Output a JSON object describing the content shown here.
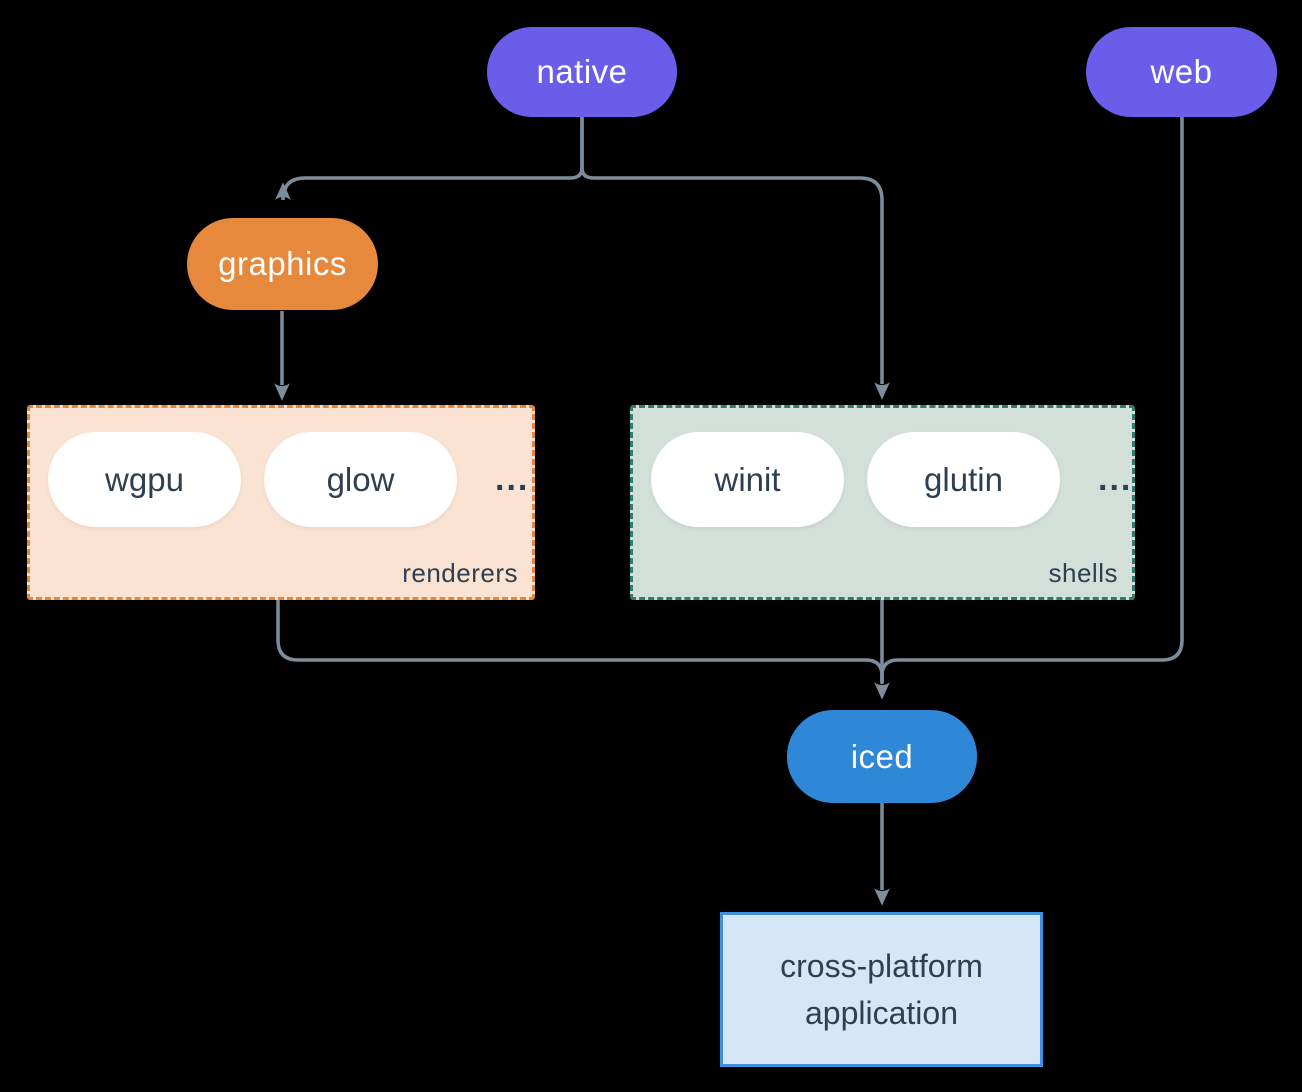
{
  "colors": {
    "background": "#000000",
    "connector": "#7d8c9b",
    "node_purple": "#695de9",
    "node_orange": "#e6893c",
    "node_blue": "#2e87d7",
    "pill_white": "#ffffff",
    "text_light": "#ffffff",
    "text_dark": "#2d3f50",
    "renderers_fill": "#fae3d3",
    "renderers_border": "#e5873b",
    "shells_fill": "#d2e0d9",
    "shells_border": "#2e7d6e",
    "app_fill": "#d5e6f7",
    "app_border": "#3f8fdf"
  },
  "nodes": {
    "native": {
      "label": "native"
    },
    "web": {
      "label": "web"
    },
    "graphics": {
      "label": "graphics"
    },
    "iced": {
      "label": "iced"
    },
    "application": {
      "label": "cross-platform application"
    }
  },
  "groups": {
    "renderers": {
      "label": "renderers",
      "items": [
        "wgpu",
        "glow"
      ],
      "ellipsis": "..."
    },
    "shells": {
      "label": "shells",
      "items": [
        "winit",
        "glutin"
      ],
      "ellipsis": "..."
    }
  }
}
